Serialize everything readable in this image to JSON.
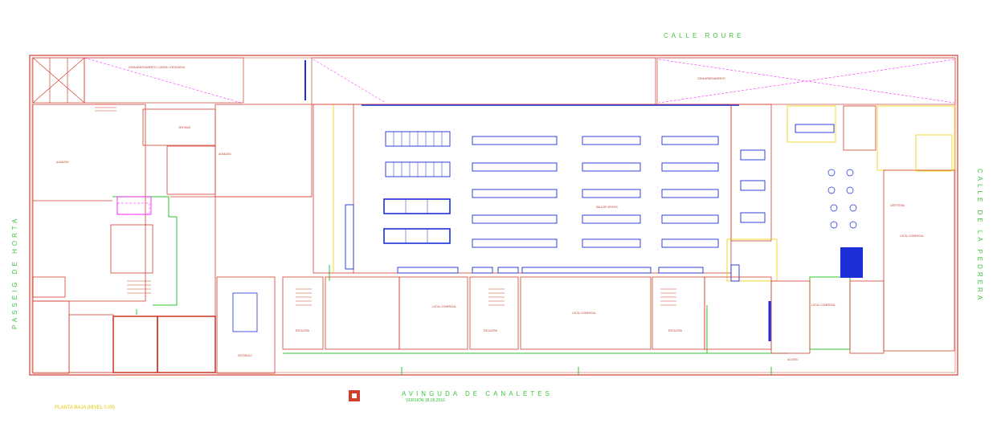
{
  "streets": {
    "north": "CALLE ROURE",
    "south": "AVINGUDA DE CANALETES",
    "west": "PASSEIG DE HORTA",
    "east": "CALLE DE LA PEDRERA"
  },
  "plan_title": "PLANTA BAJA (NIVEL 0.00)",
  "version": "VERSION 18.05.2016",
  "room_labels": {
    "r1": "ZONA APARCAMIENTO / CARGA Y DESCARGA",
    "r2": "ZONA APARCAMIENTO",
    "r3": "ALMACEN",
    "r4": "OFICINAS",
    "r5": "SALA DE VENTAS",
    "r6": "ALMACEN",
    "r7": "LOCAL COMERCIAL",
    "r8": "LOCAL COMERCIAL",
    "r9": "LOCAL COMERCIAL",
    "r10": "LOCAL COMERCIAL",
    "r11": "VESTIBULO",
    "r12": "CAFETERIA",
    "r13": "ESCALERA",
    "r14": "ESCALERA",
    "r15": "ESCALERA",
    "r16": "ACCESO"
  },
  "colors": {
    "wall": "#d0402f",
    "fixture": "#1c2fd8",
    "green": "#2dc52d",
    "yellow": "#e8d000",
    "magenta": "#ff00ff"
  }
}
